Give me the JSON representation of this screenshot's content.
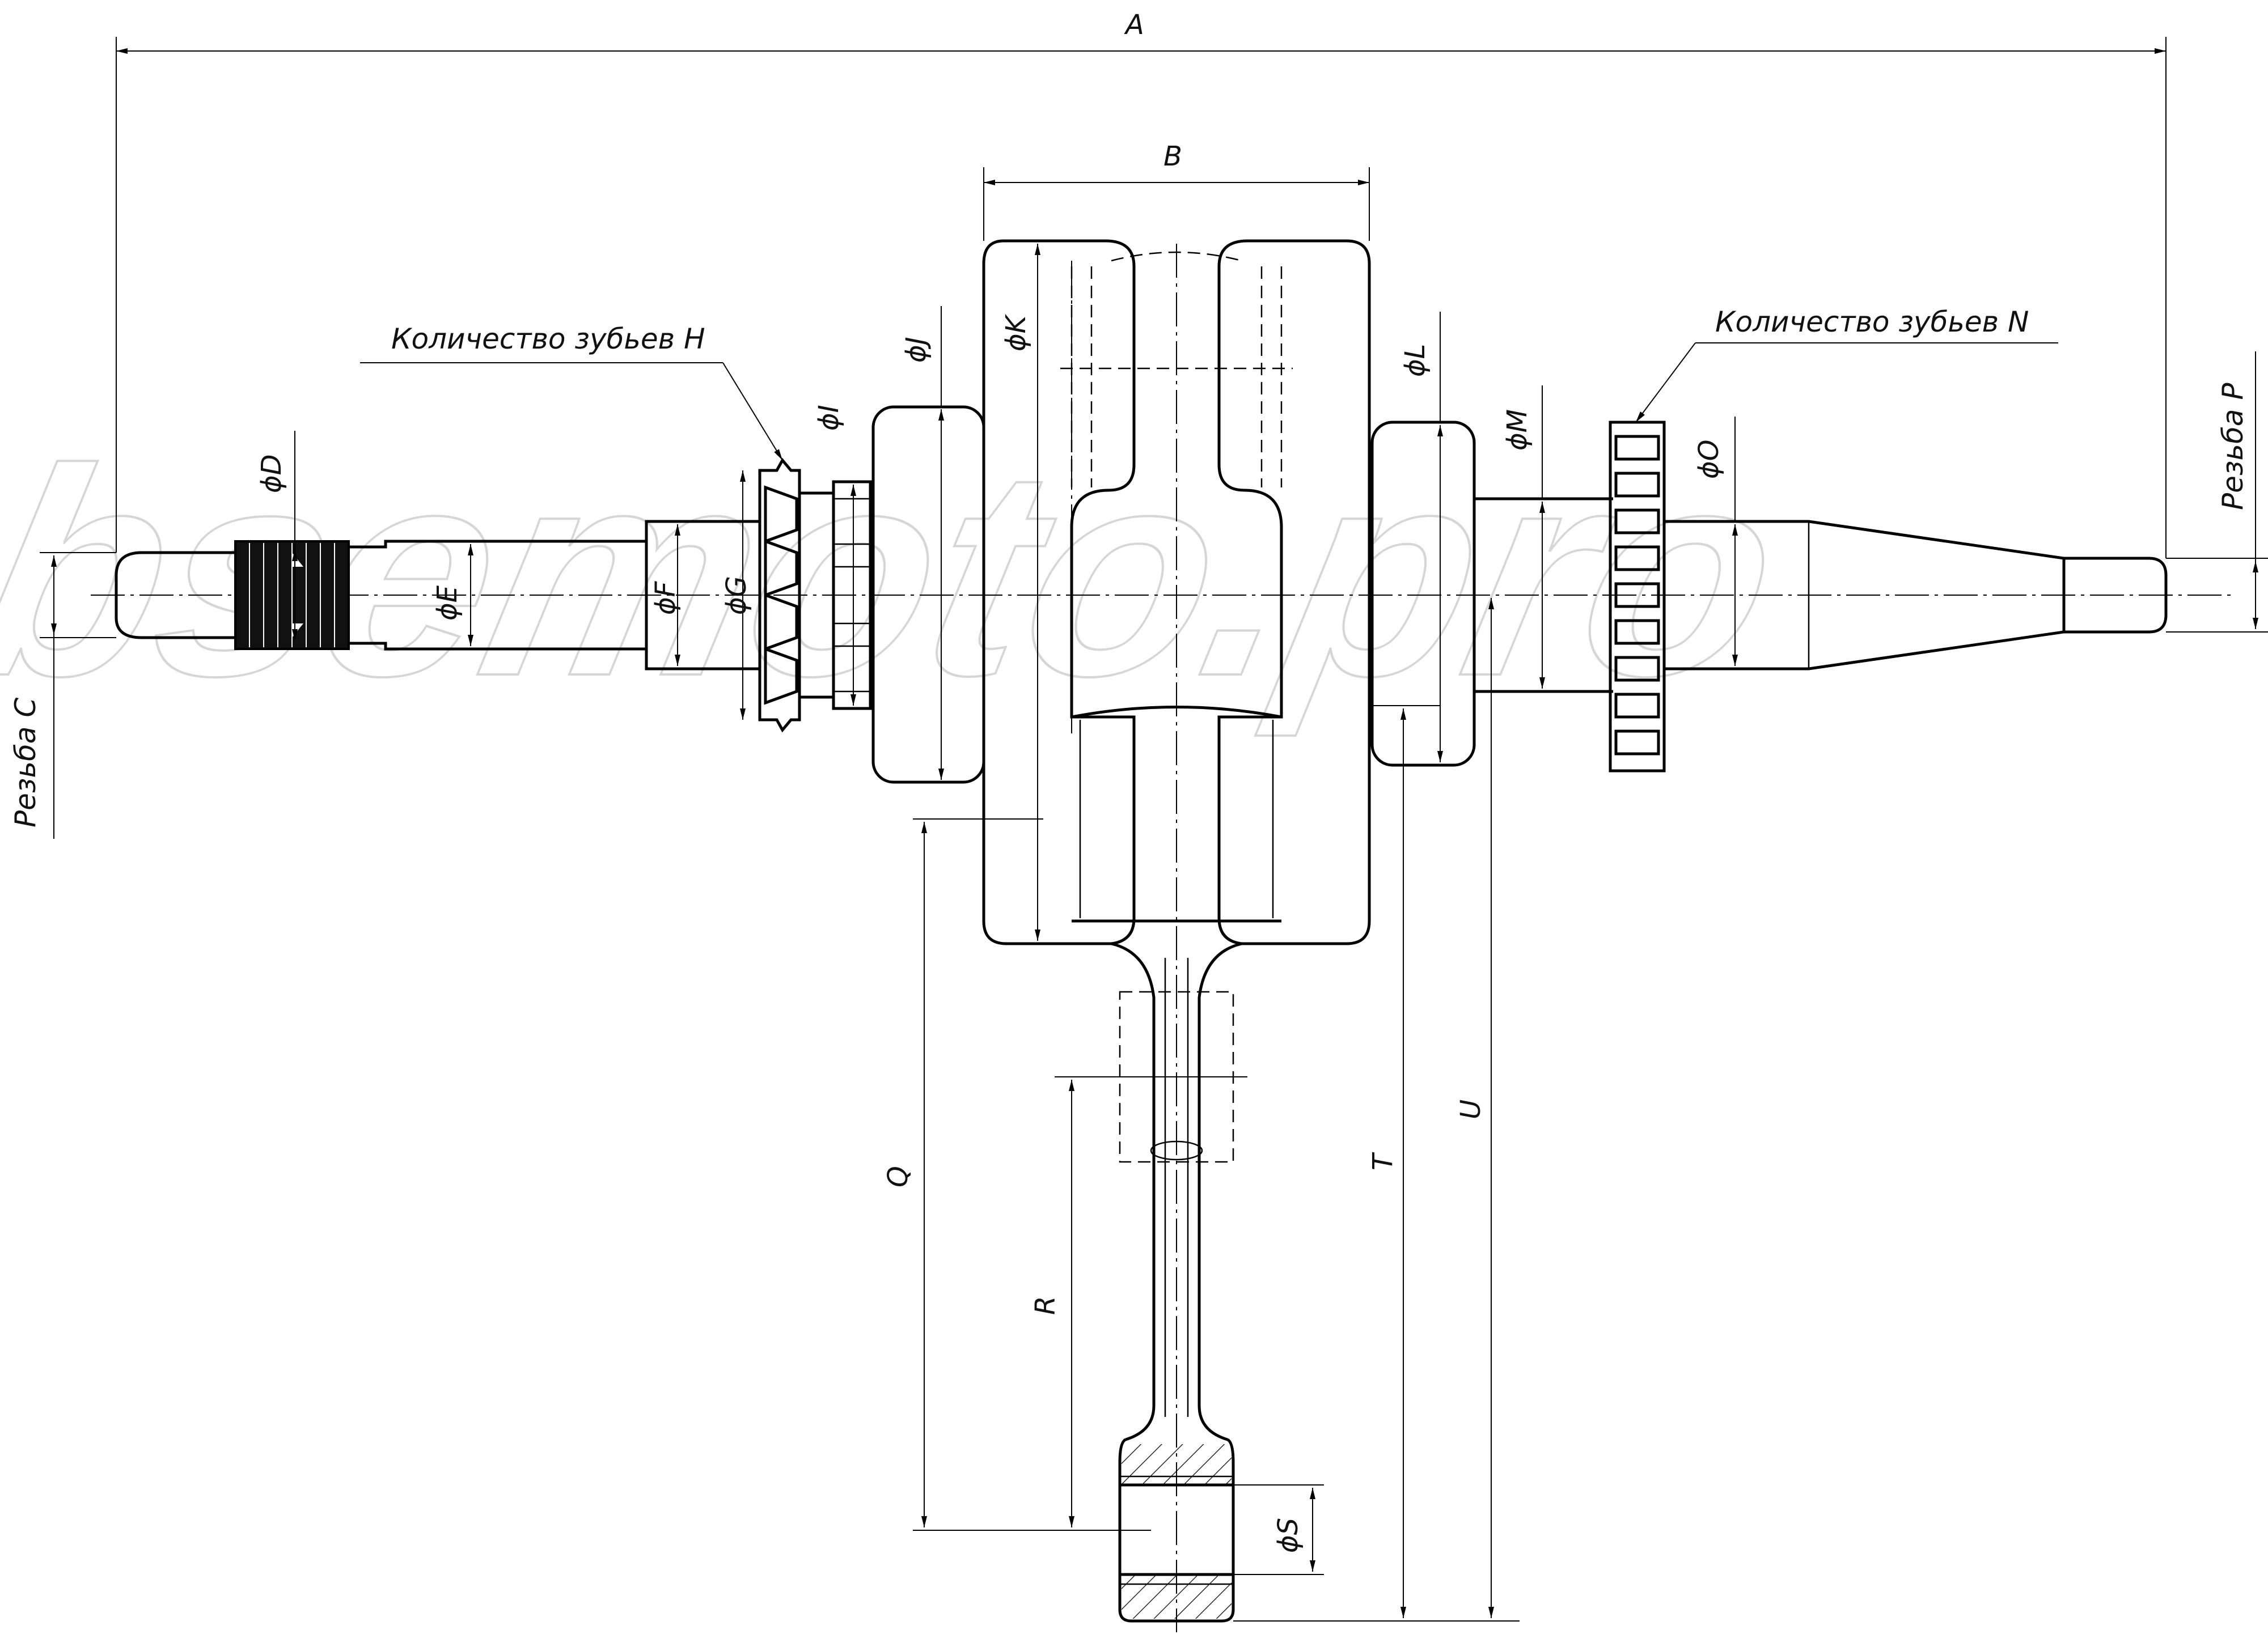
{
  "watermark": "bsemoto.pro",
  "dimensions": {
    "A": "A",
    "B": "B",
    "D": "ϕD",
    "E": "ϕE",
    "F": "ϕF",
    "G": "ϕG",
    "I": "ϕI",
    "J": "ϕJ",
    "K": "ϕK",
    "L": "ϕL",
    "M": "ϕM",
    "O": "ϕO",
    "Q": "Q",
    "R": "R",
    "S": "ϕS",
    "T": "T",
    "U": "U"
  },
  "callouts": {
    "teeth_h": "Количество зубьев H",
    "teeth_n": "Количество зубьев N",
    "thread_c": "Резьба C",
    "thread_p": "Резьба P"
  }
}
